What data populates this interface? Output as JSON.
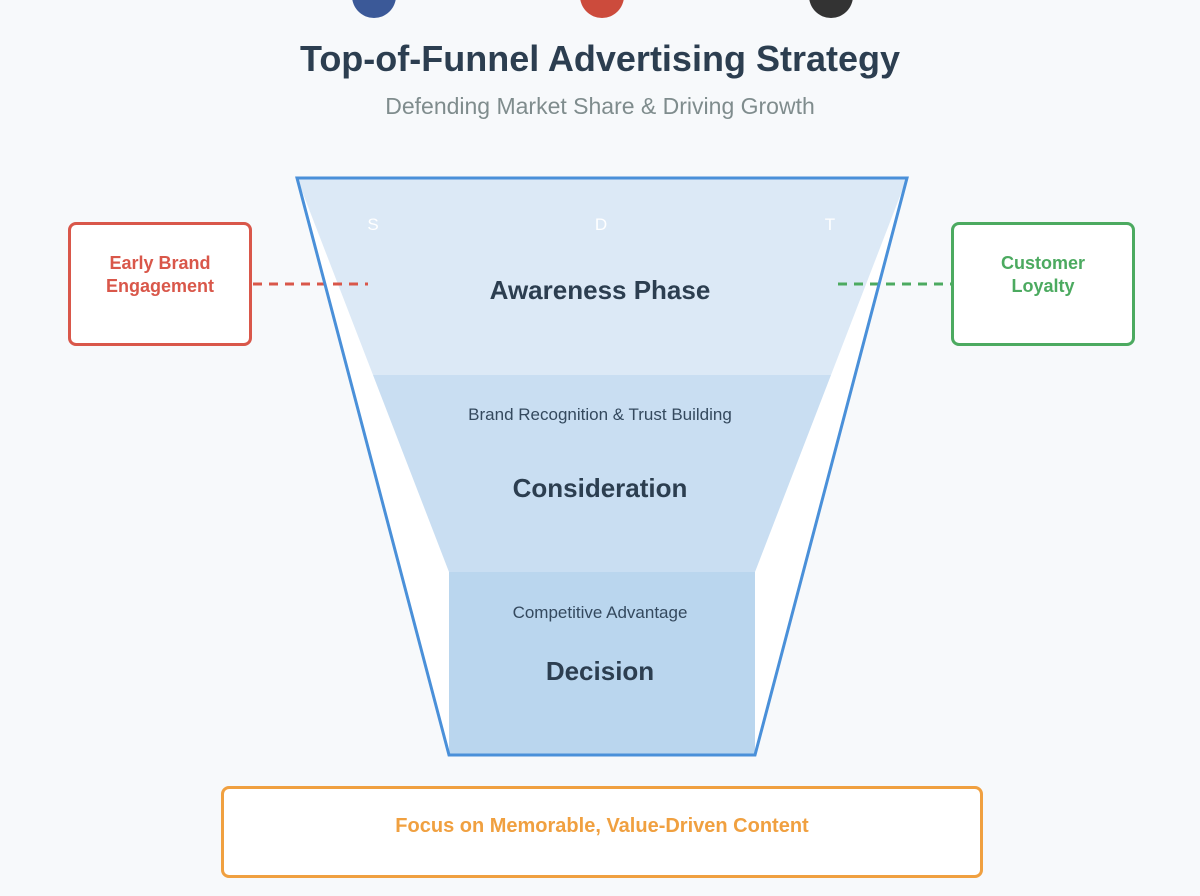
{
  "header": {
    "title": "Top-of-Funnel Advertising Strategy",
    "subtitle": "Defending Market Share & Driving Growth"
  },
  "brand_dots": [
    {
      "name": "blue-dot",
      "color": "#3b5998"
    },
    {
      "name": "red-dot",
      "color": "#cc4b3c"
    },
    {
      "name": "black-dot",
      "color": "#333333"
    }
  ],
  "funnel": {
    "letters": [
      "S",
      "D",
      "T"
    ],
    "stages": [
      {
        "name": "Awareness Phase",
        "subtitle": "",
        "color": "#dce9f6"
      },
      {
        "name": "Consideration",
        "subtitle": "Brand Recognition & Trust Building",
        "color": "#c9def2"
      },
      {
        "name": "Decision",
        "subtitle": "Competitive Advantage",
        "color": "#bad6ee"
      }
    ],
    "outline_color": "#4a90d9"
  },
  "side_notes": {
    "left": {
      "label_line1": "Early Brand",
      "label_line2": "Engagement",
      "color": "#d9574a"
    },
    "right": {
      "label_line1": "Customer",
      "label_line2": "Loyalty",
      "color": "#4caa60"
    }
  },
  "footer": {
    "label": "Focus on Memorable, Value-Driven Content",
    "color": "#f0a040"
  }
}
